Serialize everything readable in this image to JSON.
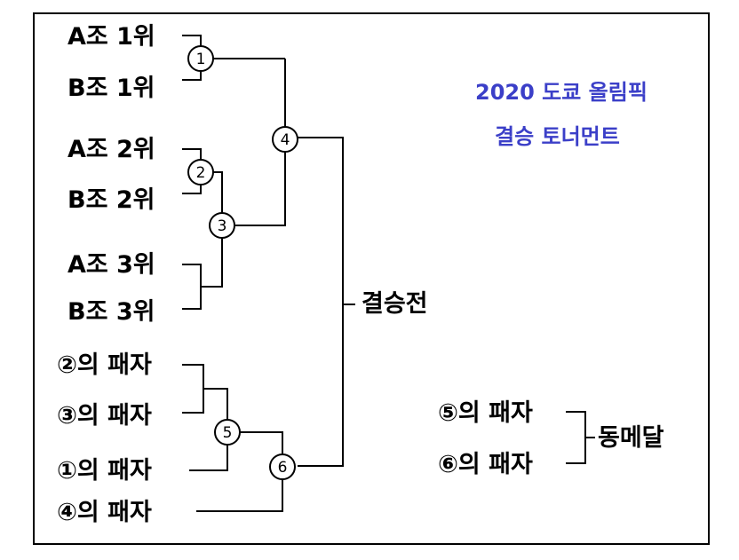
{
  "title": {
    "line1": "2020 도쿄 올림픽",
    "line2": "결승 토너먼트",
    "color": "#3b3fc8"
  },
  "entries": {
    "a1": "A조 1위",
    "b1": "B조 1위",
    "a2": "A조 2위",
    "b2": "B조 2위",
    "a3": "A조 3위",
    "b3": "B조 3위",
    "l2": "②의 패자",
    "l3": "③의 패자",
    "l1": "①의 패자",
    "l4": "④의 패자",
    "l5": "⑤의 패자",
    "l6": "⑥의 패자"
  },
  "results": {
    "final": "결승전",
    "bronze": "동메달"
  },
  "matches": {
    "m1": "1",
    "m2": "2",
    "m3": "3",
    "m4": "4",
    "m5": "5",
    "m6": "6"
  }
}
